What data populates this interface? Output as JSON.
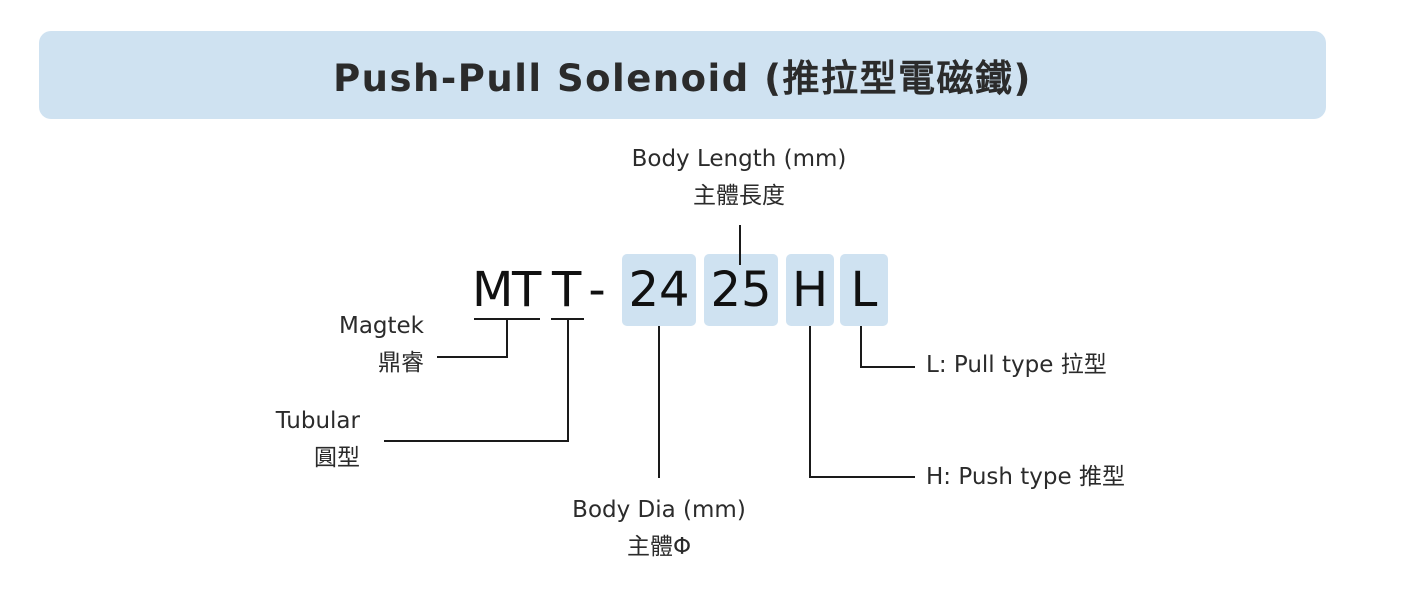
{
  "title": "Push-Pull Solenoid (推拉型電磁鐵)",
  "code": {
    "chars": [
      "M",
      "T",
      "T",
      "-",
      "24",
      "25",
      "H",
      "L"
    ]
  },
  "labels": {
    "body_length_en": "Body Length (mm)",
    "body_length_zh": "主體長度",
    "magtek_en": "Magtek",
    "magtek_zh": "鼎睿",
    "tubular_en": "Tubular",
    "tubular_zh": "圓型",
    "body_dia_en": "Body Dia (mm)",
    "body_dia_zh": "主體Φ",
    "pull_type": "L: Pull type 拉型",
    "push_type": "H: Push type 推型"
  },
  "colors": {
    "highlight": "#cfe2f1",
    "text": "#2b2b2b",
    "line": "#1a1a1a"
  }
}
